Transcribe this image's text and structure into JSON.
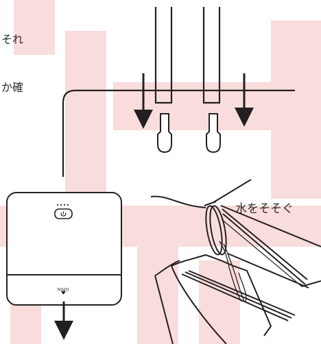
{
  "texts": {
    "partial_top": "それ",
    "partial_middle": "か確",
    "pour_water": "水をそそぐ",
    "open_label": "OPEN"
  },
  "colors": {
    "line": "#231f20",
    "watermark": "#f9dcdc",
    "background": "#ffffff"
  },
  "icons": {
    "power_button": "power-icon",
    "indicator_dots": "dots-icon"
  }
}
